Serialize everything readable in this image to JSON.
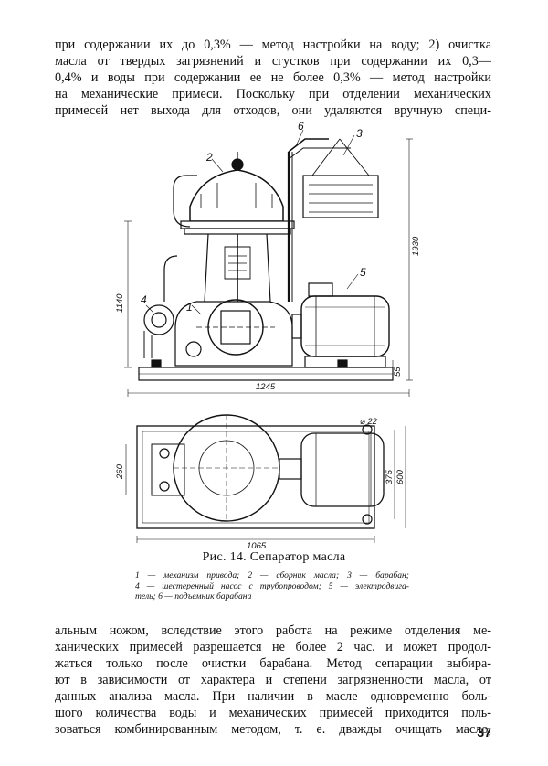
{
  "top_paragraph": [
    "при содержании их до 0,3% — метод настройки на воду; 2) очистка",
    "масла от твердых загрязнений и сгустков при содержании их 0,3—",
    "0,4% и воды при содержании ее не более 0,3% — метод настройки",
    "на механические примеси. Поскольку при отделении механических",
    "примесей нет выхода для отходов, они удаляются вручную специ-"
  ],
  "figure": {
    "callouts": [
      "1",
      "2",
      "3",
      "4",
      "5",
      "6"
    ],
    "dimensions": {
      "height_main": "1140",
      "height_lift": "1930",
      "base_height": "55",
      "total_width": "1245",
      "diameter": "⌀ 22",
      "plan_depth": "260",
      "plan_depth_inner": "375",
      "plan_depth_outer": "600",
      "plan_width": "1065"
    }
  },
  "caption": "Рис. 14. Сепаратор масла",
  "legend": [
    "1 — механизм привода; 2 — сборник масла; 3 — барабан;",
    "4 — шестеренный насос с трубопроводом; 5 — электродвига-",
    "тель; 6 — подъемник барабана"
  ],
  "bottom_paragraph": [
    "альным ножом, вследствие этого работа на режиме отделения ме-",
    "ханических примесей разрешается не более 2 час. и может продол-",
    "жаться только после очистки барабана. Метод сепарации выбира-",
    "ют в зависимости от характера и степени загрязненности масла, от",
    "данных анализа масла. При наличии в масле одновременно боль-",
    "шого количества воды и механических примесей приходится поль-",
    "зоваться комбинированным методом, т. е. дважды очищать масло,"
  ],
  "page_number": "37"
}
